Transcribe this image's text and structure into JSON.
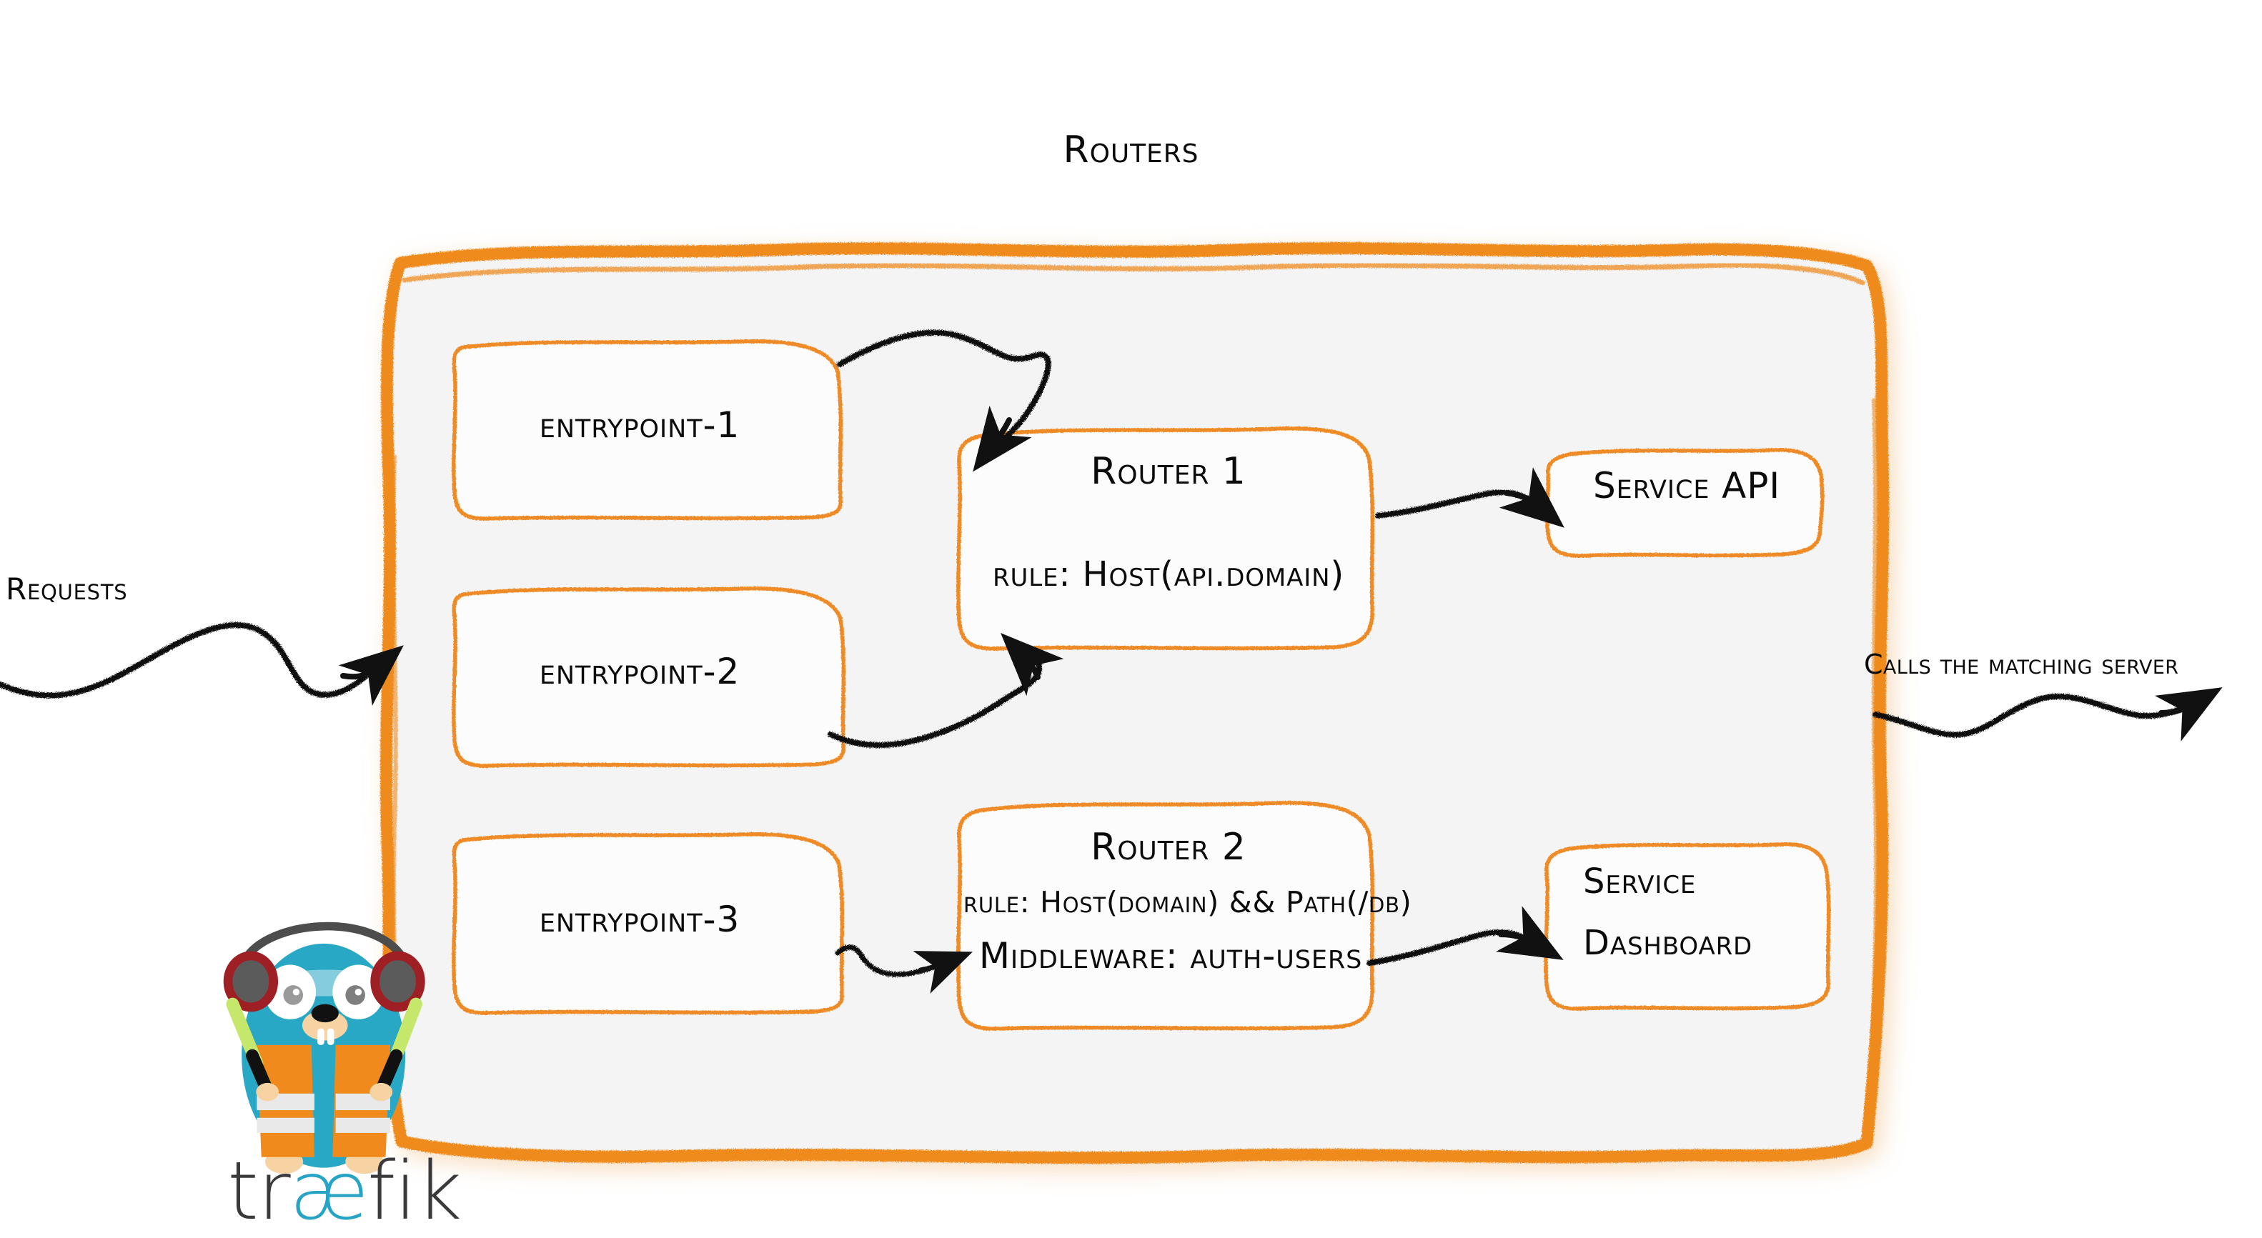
{
  "diagram": {
    "title": "Routers",
    "brand": "træfik",
    "brand_plain": "traefik",
    "colors": {
      "panel_border": "#EE8B1F",
      "panel_fill": "#F4F4F4",
      "node_border": "#EE8B25",
      "node_fill": "#FCFCFC",
      "arrow": "#111111",
      "text": "#0B0B0B",
      "logo_body": "#29A8C6",
      "logo_vest": "#F08A1C",
      "logo_wordmark": "#3A3A3D",
      "logo_accent": "#27A3C6",
      "logo_headphone": "#5B5B5B",
      "logo_headphone_ring": "#9E1F24",
      "logo_glowstick": "#C5E86C",
      "logo_paw": "#F7D3A4"
    }
  },
  "labels": {
    "requests": "Requests",
    "calls_matching_server": "Calls the matching server"
  },
  "entrypoints": [
    {
      "id": "entrypoint-1",
      "label": "entrypoint-1"
    },
    {
      "id": "entrypoint-2",
      "label": "entrypoint-2"
    },
    {
      "id": "entrypoint-3",
      "label": "entrypoint-3"
    }
  ],
  "routers": [
    {
      "id": "router-1",
      "title": "Router 1",
      "rule": "rule: Host(api.domain)"
    },
    {
      "id": "router-2",
      "title": "Router 2",
      "rule": "rule: Host(domain) && Path(/db)",
      "middleware": "Middleware: auth-users"
    }
  ],
  "services": [
    {
      "id": "service-api",
      "label": "Service API"
    },
    {
      "id": "service-dashboard",
      "line1": "Service",
      "line2": "Dashboard"
    }
  ],
  "arrows": [
    {
      "id": "requests-to-panel",
      "from": "requests",
      "to": "routers-panel"
    },
    {
      "id": "entrypoint1-to-router1",
      "from": "entrypoint-1",
      "to": "router-1"
    },
    {
      "id": "entrypoint2-to-router1",
      "from": "entrypoint-2",
      "to": "router-1"
    },
    {
      "id": "entrypoint3-to-router2",
      "from": "entrypoint-3",
      "to": "router-2"
    },
    {
      "id": "router1-to-service-api",
      "from": "router-1",
      "to": "service-api"
    },
    {
      "id": "router2-to-service-dashboard",
      "from": "router-2",
      "to": "service-dashboard"
    },
    {
      "id": "panel-to-server",
      "from": "routers-panel",
      "to": "matching-server"
    }
  ]
}
